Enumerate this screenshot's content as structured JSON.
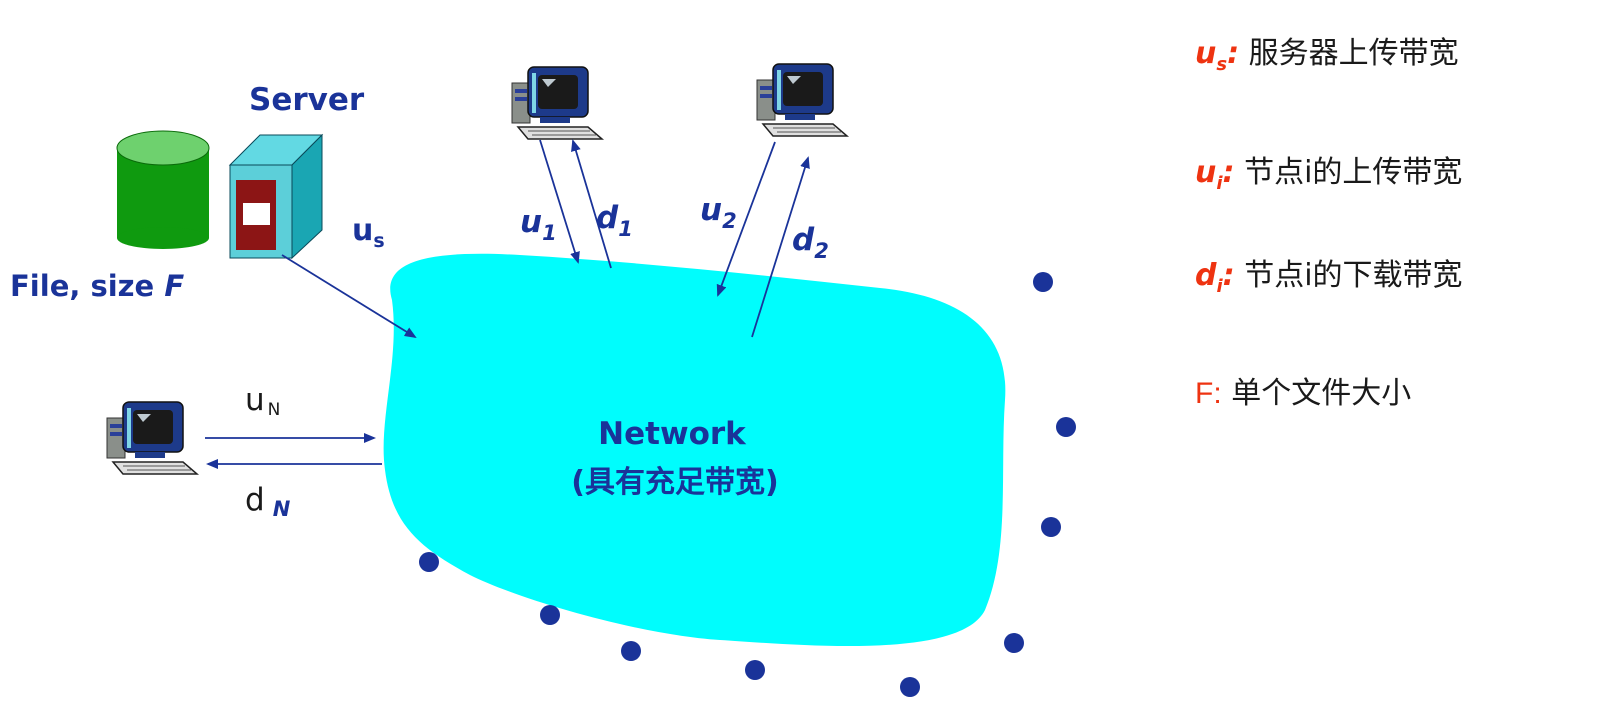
{
  "server": {
    "title": "Server",
    "file_label": "File, size ",
    "file_var": "F"
  },
  "network": {
    "title": "Network",
    "subtitle": "(具有充足带宽)"
  },
  "links": {
    "us": {
      "main": "u",
      "sub": "s"
    },
    "u1": {
      "main": "u",
      "sub": "1"
    },
    "d1": {
      "main": "d",
      "sub": "1"
    },
    "u2": {
      "main": "u",
      "sub": "2"
    },
    "d2": {
      "main": "d",
      "sub": "2"
    },
    "uN": {
      "main": "u",
      "sub": "N"
    },
    "dN": {
      "main": "d",
      "sub": "N"
    }
  },
  "legend": [
    {
      "sym": "u",
      "sub": "s",
      "colon": ":",
      "text": "服务器上传带宽"
    },
    {
      "sym": "u",
      "sub": "i",
      "colon": ":",
      "text": "节点i的上传带宽"
    },
    {
      "sym": "d",
      "sub": "i",
      "colon": ":",
      "text": "节点i的下载带宽"
    },
    {
      "sym": "F",
      "sub": "",
      "colon": ":",
      "text": "单个文件大小"
    }
  ],
  "colors": {
    "cloud": "#00fdfd",
    "arrows": "#1a3399",
    "legend_symbol": "#ee3311",
    "dots": "#1a3399"
  }
}
